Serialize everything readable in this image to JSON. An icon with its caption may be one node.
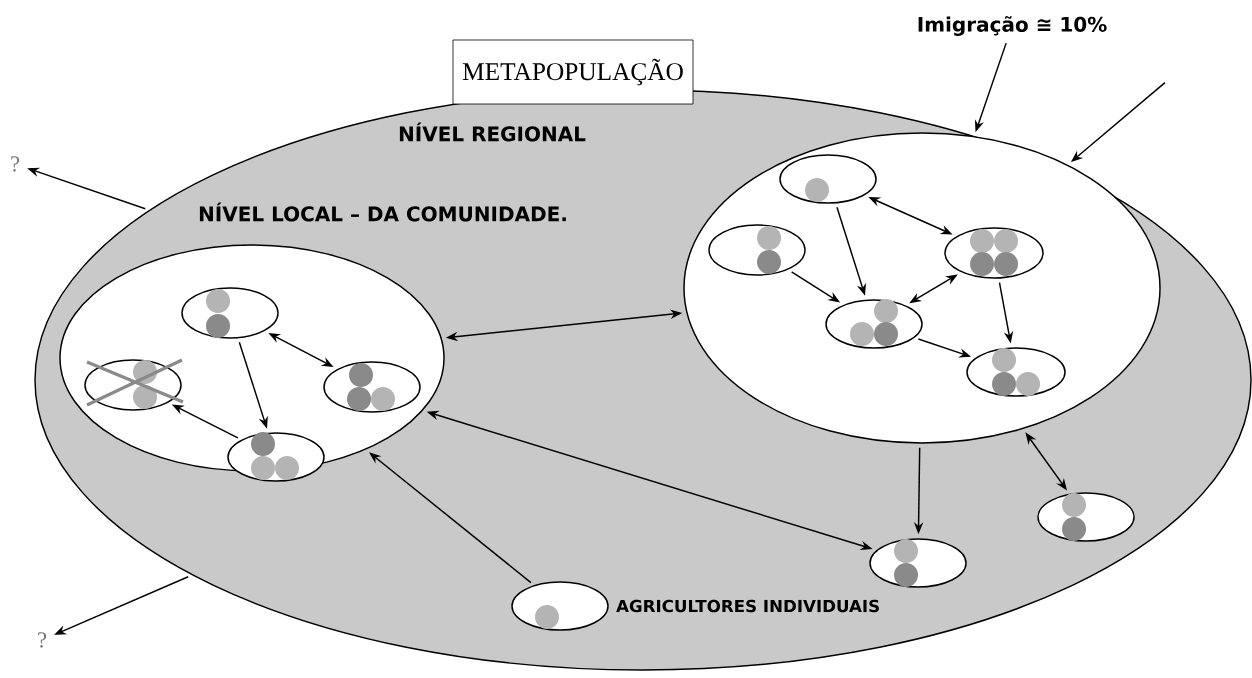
{
  "diagram": {
    "nodes": [
      {
        "text": [
          "METAPOPULAÇÃO"
        ]
      },
      {
        "text": [
          "NÍVEL REGIONAL"
        ]
      },
      {
        "text": [
          "NÍVEL LOCAL – DA COMUNIDADE."
        ],
        "in": 1
      },
      {
        "text": [],
        "shape": "circle",
        "in": 2
      },
      {
        "text": [],
        "shape": "circle",
        "in": 2
      },
      {
        "text": [],
        "shape": "circle",
        "in": 2
      },
      {
        "text": [],
        "shape": "circle",
        "in": 2
      },
      {
        "text": [],
        "shape": "circle",
        "in": 1
      },
      {
        "text": [],
        "shape": "circle",
        "in": 7
      },
      {
        "text": [],
        "shape": "circle",
        "in": 7
      },
      {
        "text": [],
        "shape": "circle",
        "in": 7
      },
      {
        "text": [],
        "shape": "circle",
        "in": 7
      },
      {
        "text": [],
        "shape": "circle",
        "in": 7
      },
      {
        "text": [],
        "shape": "circle",
        "in": 1,
        "beside": [
          "AGRICULTORES INDIVIDUAIS"
        ]
      },
      {
        "text": [],
        "shape": "circle",
        "in": 1
      },
      {
        "text": [],
        "shape": "circle",
        "in": 1
      },
      {
        "text": [
          "Imigração ≅ 10%"
        ]
      },
      {
        "text": [
          "?"
        ]
      },
      {
        "text": [
          "?"
        ]
      }
    ],
    "edges": [
      {
        "from": 3,
        "to": 5,
        "arrow": "both"
      },
      {
        "from": 3,
        "to": 6,
        "arrow": "to"
      },
      {
        "from": 6,
        "to": 4,
        "arrow": "to"
      },
      {
        "from": 8,
        "to": 10,
        "arrow": "both"
      },
      {
        "from": 8,
        "to": 11,
        "arrow": "to"
      },
      {
        "from": 9,
        "to": 11,
        "arrow": "to"
      },
      {
        "from": 11,
        "to": 10,
        "arrow": "both"
      },
      {
        "from": 10,
        "to": 12,
        "arrow": "to"
      },
      {
        "from": 11,
        "to": 12,
        "arrow": "to"
      },
      {
        "from": 2,
        "to": 7,
        "arrow": "both"
      },
      {
        "from": 2,
        "to": 14,
        "arrow": "both"
      },
      {
        "from": 13,
        "to": 2,
        "arrow": "to"
      },
      {
        "from": 7,
        "to": 14,
        "arrow": "to"
      },
      {
        "from": 7,
        "to": 15,
        "arrow": "both"
      },
      {
        "from": 16,
        "to": 7,
        "arrow": "to"
      },
      {
        "from": null,
        "to": 7,
        "arrow": "to"
      },
      {
        "from": 1,
        "to": 17,
        "arrow": "to"
      },
      {
        "from": 1,
        "to": 18,
        "arrow": "to"
      }
    ]
  }
}
